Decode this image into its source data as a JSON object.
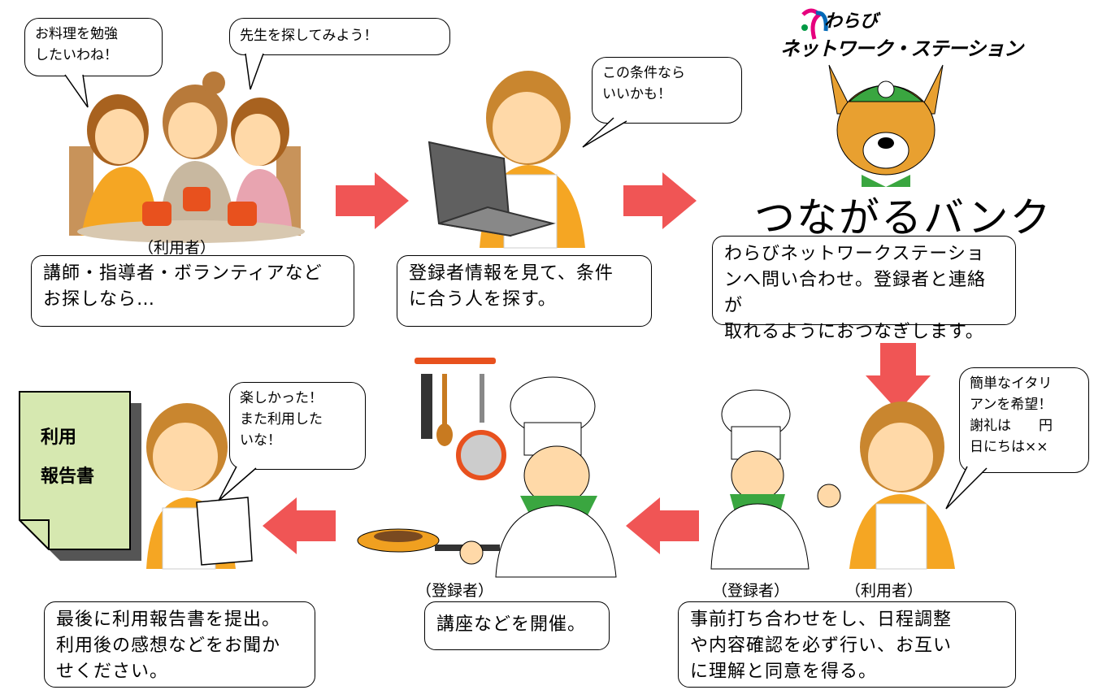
{
  "colors": {
    "arrow": "#f05555",
    "report_fill": "#d6e8b0",
    "report_shadow": "#555555",
    "skin": "#ffd9a8",
    "hair": "#c9862f",
    "apron": "#f5a623"
  },
  "icons": [
    "right-arrow-icon",
    "down-arrow-icon",
    "left-arrow-icon",
    "deer-mascot-icon",
    "laptop-icon",
    "chef-hat-icon",
    "frying-pan-icon",
    "utensils-icon",
    "report-document-icon"
  ],
  "logo": {
    "line1": "わらび",
    "line2": "ネットワーク・ステーション"
  },
  "bank_title": "つながるバンク",
  "bubbles": {
    "study": "お料理を勉強\nしたいわね！",
    "search_teacher": "先生を探してみよう！",
    "condition": "この条件なら\nいいかも！",
    "request": "簡単なイタリ\nアンを希望！\n謝礼は　　円\n日にちは××",
    "enjoyed": "楽しかった！\nまた利用した\nいな！"
  },
  "labels": {
    "user_top": "（利用者）",
    "registrant_chef": "（登録者）",
    "registrant_right": "（登録者）",
    "user_right": "（利用者）"
  },
  "steps": {
    "s1": "講師・指導者・ボランティアなど\nお探しなら…",
    "s2": "登録者情報を見て、条件\nに合う人を探す。",
    "s3": "わらびネットワークステーショ\nンへ問い合わせ。登録者と連絡が\n取れるようにおつなぎします。",
    "s4": "事前打ち合わせをし、日程調整\nや内容確認を必ず行い、お互い\nに理解と同意を得る。",
    "s5": "講座などを開催。",
    "s6": "最後に利用報告書を提出。\n利用後の感想などをお聞か\nせください。"
  },
  "report": {
    "line1": "利用",
    "line2": "報告書"
  }
}
